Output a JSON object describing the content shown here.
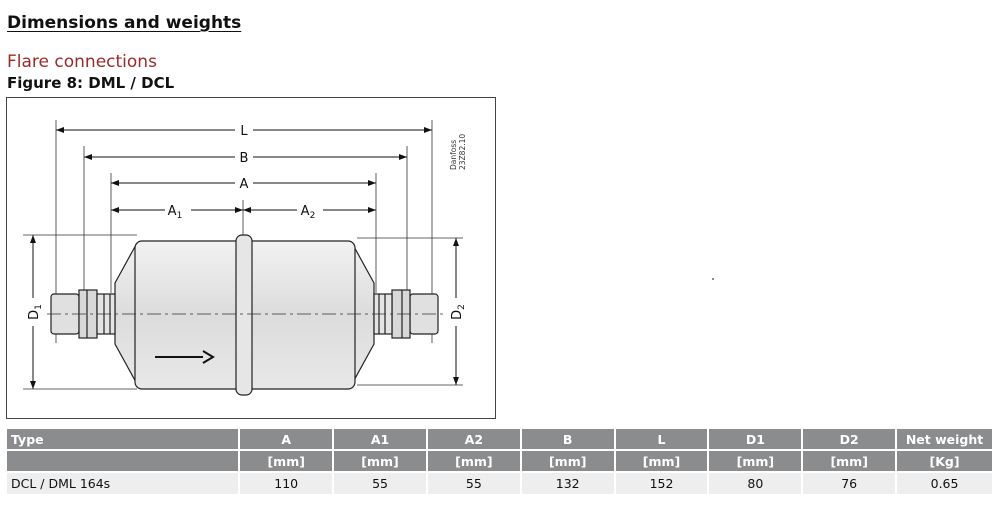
{
  "heading": "Dimensions and weights",
  "subheading": "Flare connections",
  "figure_title": "Figure 8: DML / DCL",
  "drawing": {
    "dimension_labels": {
      "L": "L",
      "B": "B",
      "A": "A",
      "A1_main": "A",
      "A1_sub": "1",
      "A2_main": "A",
      "A2_sub": "2",
      "D1_main": "D",
      "D1_sub": "1",
      "D2_main": "D",
      "D2_sub": "2"
    },
    "brand": "Danfoss",
    "code": "23Z82.10"
  },
  "table": {
    "headers": [
      "Type",
      "A",
      "A1",
      "A2",
      "B",
      "L",
      "D1",
      "D2",
      "Net weight"
    ],
    "units": [
      "",
      "[mm]",
      "[mm]",
      "[mm]",
      "[mm]",
      "[mm]",
      "[mm]",
      "[mm]",
      "[Kg]"
    ],
    "rows": [
      {
        "type": "DCL / DML 164s",
        "A": "110",
        "A1": "55",
        "A2": "55",
        "B": "132",
        "L": "152",
        "D1": "80",
        "D2": "76",
        "net_weight": "0.65"
      }
    ]
  }
}
